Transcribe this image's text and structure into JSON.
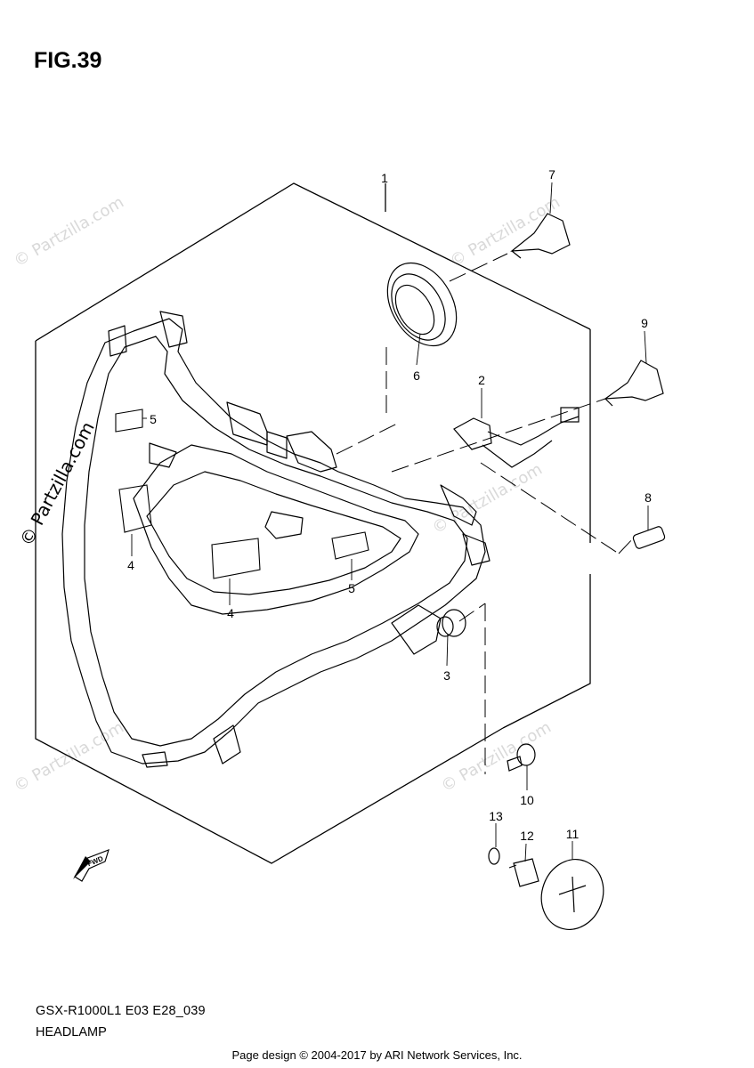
{
  "figure": {
    "title": "FIG.39"
  },
  "callouts": [
    {
      "id": "1",
      "label": "1"
    },
    {
      "id": "2",
      "label": "2"
    },
    {
      "id": "3",
      "label": "3"
    },
    {
      "id": "4a",
      "label": "4"
    },
    {
      "id": "4b",
      "label": "4"
    },
    {
      "id": "5a",
      "label": "5"
    },
    {
      "id": "5b",
      "label": "5"
    },
    {
      "id": "6",
      "label": "6"
    },
    {
      "id": "7",
      "label": "7"
    },
    {
      "id": "8",
      "label": "8"
    },
    {
      "id": "9",
      "label": "9"
    },
    {
      "id": "10",
      "label": "10"
    },
    {
      "id": "11",
      "label": "11"
    },
    {
      "id": "12",
      "label": "12"
    },
    {
      "id": "13",
      "label": "13"
    }
  ],
  "direction_badge": {
    "label": "FWD"
  },
  "watermark": {
    "text": "© Partzilla.com",
    "side_text": "© Partzilla.com"
  },
  "model_code": "GSX-R1000L1 E03 E28_039",
  "part_name": "HEADLAMP",
  "footer": "Page design © 2004-2017 by ARI Network Services, Inc."
}
